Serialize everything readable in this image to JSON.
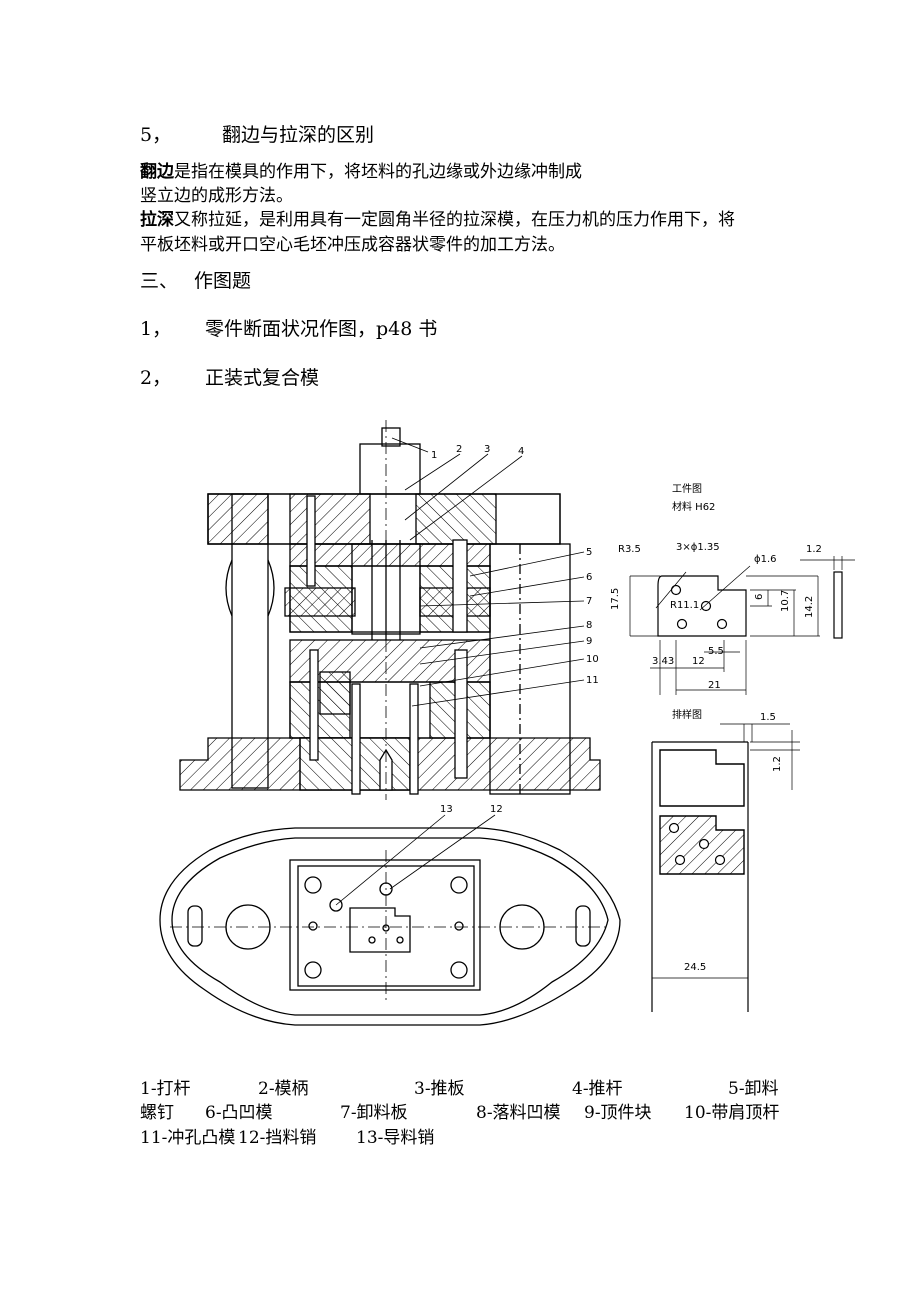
{
  "section5": {
    "number": "5，",
    "title": "翻边与拉深的区别",
    "flanging_term": "翻边",
    "flanging_text_1": "是指在模具的作用下，将坯料的孔边缘或外边缘冲制成",
    "flanging_text_2": "竖立边的成形方法。",
    "drawing_term": "拉深",
    "drawing_text_1": "又称拉延，是利用具有一定圆角半径的拉深模，在压力机的压力作用下，将",
    "drawing_text_2": "平板坯料或开口空心毛坯冲压成容器状零件的加工方法。"
  },
  "section3": {
    "number": "三、",
    "title": "作图题",
    "item1_number": "1，",
    "item1_text": "零件断面状况作图，p48 书",
    "item2_number": "2，",
    "item2_text": "正装式复合模"
  },
  "figure": {
    "callouts": [
      "1",
      "2",
      "3",
      "4",
      "5",
      "6",
      "7",
      "8",
      "9",
      "10",
      "11",
      "12",
      "13"
    ],
    "workpiece_title": "工件图",
    "workpiece_material": "材料 H62",
    "dims": {
      "r35": "R3.5",
      "holes": "3×ϕ1.35",
      "phi16": "ϕ1.6",
      "thick": "1.2",
      "h175": "17.5",
      "r111": "R11.1",
      "d6": "6",
      "d107": "10.7",
      "d142": "14.2",
      "d55": "5.5",
      "d343": "3.43",
      "d12": "12",
      "d21": "21"
    },
    "layout_title": "排样图",
    "layout_dims": {
      "pitch": "1.5",
      "edge": "1.2",
      "width": "24.5"
    }
  },
  "legend": {
    "row1": [
      "1-打杆",
      "2-模柄",
      "3-推板",
      "4-推杆",
      "5-卸料"
    ],
    "row2": [
      "螺钉",
      "6-凸凹模",
      "7-卸料板",
      "8-落料凹模",
      "9-顶件块",
      "10-带肩顶杆"
    ],
    "row3": [
      "11-冲孔凸模",
      "12-挡料销",
      "13-导料销"
    ]
  }
}
